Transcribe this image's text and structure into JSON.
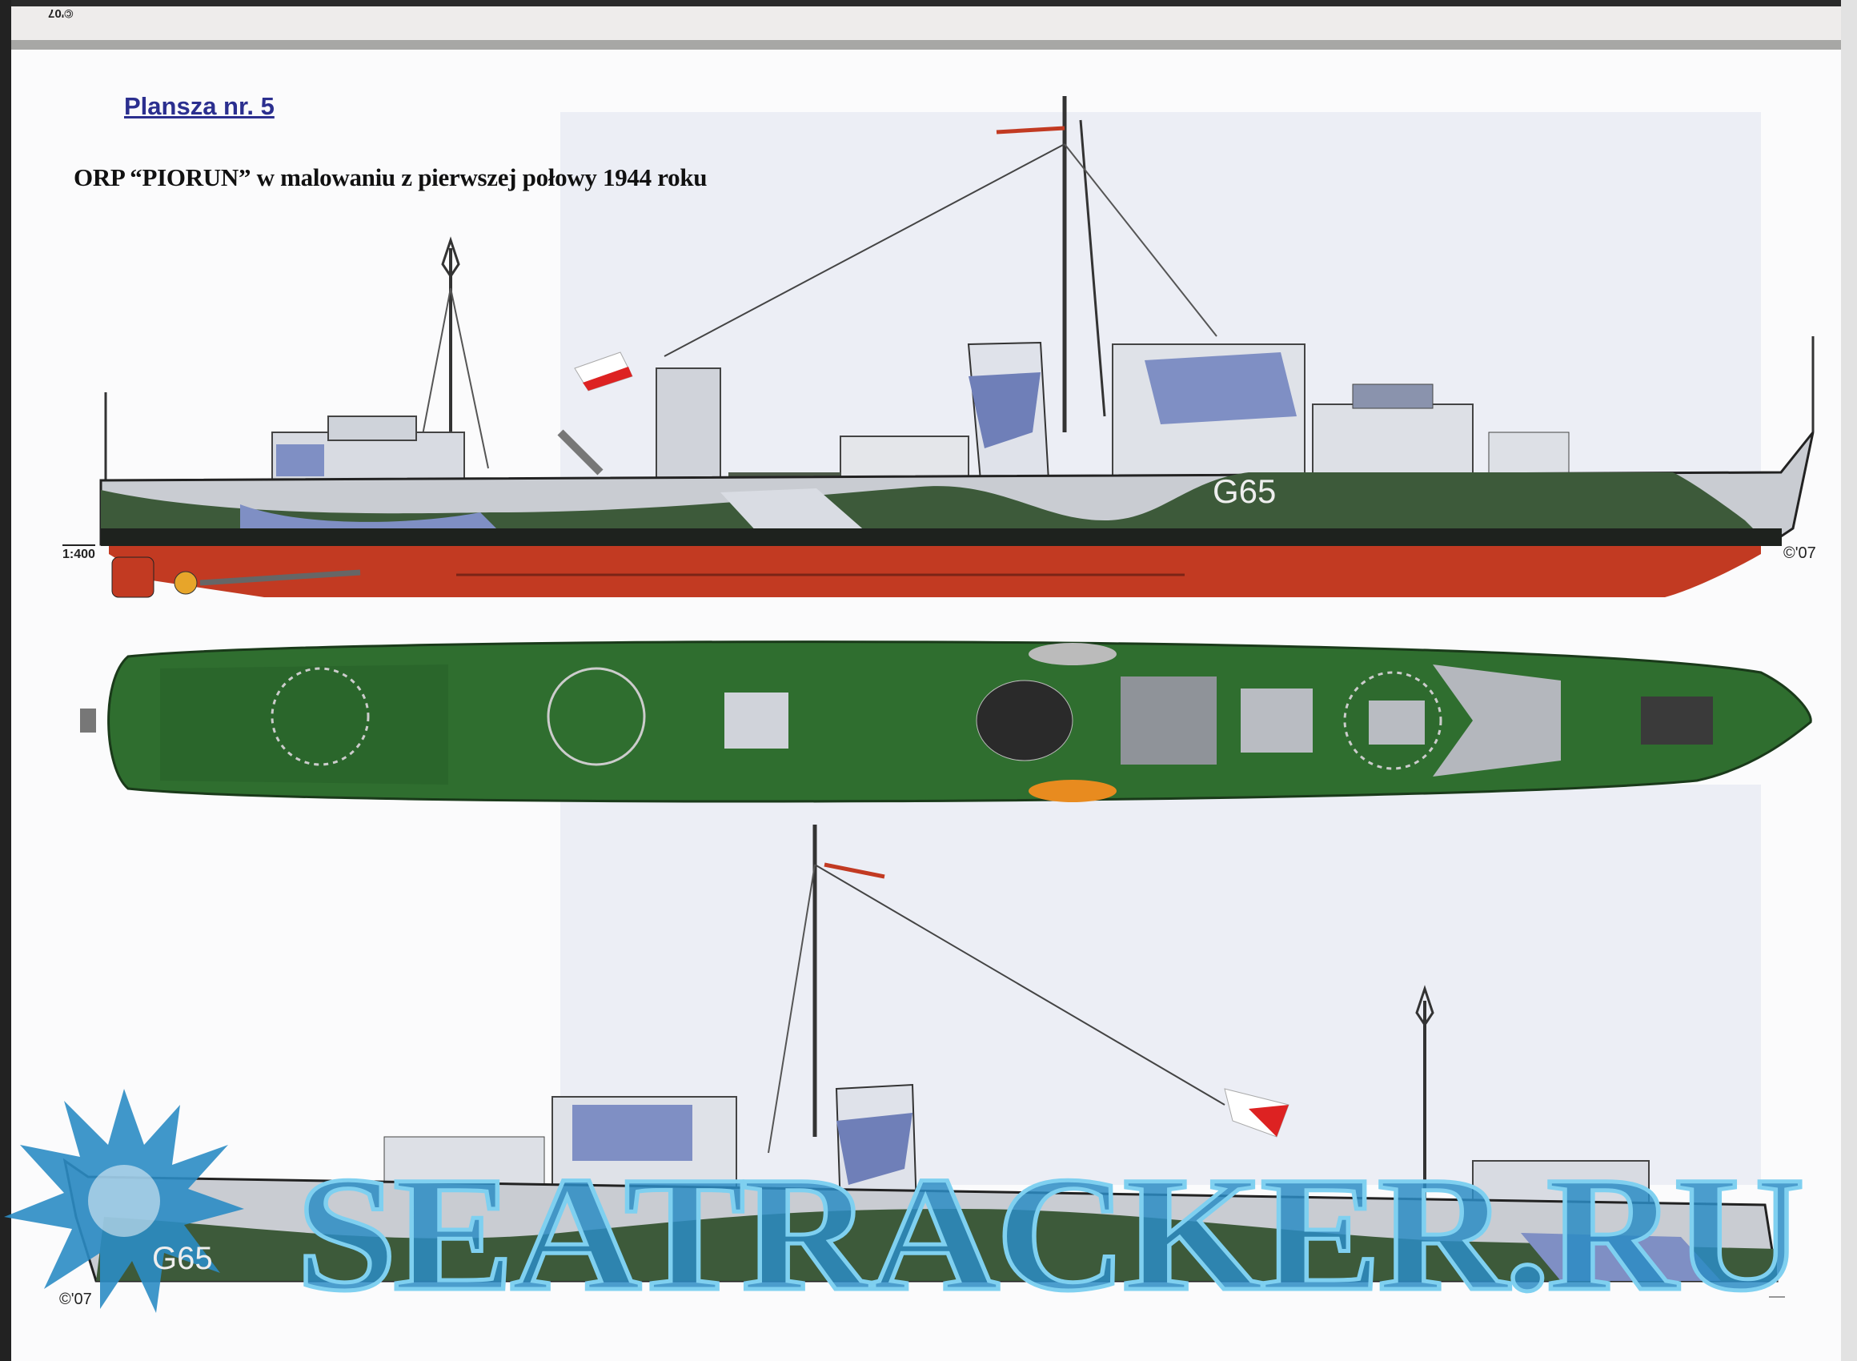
{
  "page": {
    "corner_mark": "©'07",
    "plate_label": "Plansza nr. 5",
    "title": "ORP “PIORUN” w malowaniu z pierwszej połowy 1944 roku",
    "scale": "1:400",
    "copyright_top": "©'07",
    "copyright_bottom": "©'07",
    "hull_number_top": "G65",
    "hull_number_bottom": "G65",
    "watermark": "SEATRACKER.RU"
  },
  "colors": {
    "title_blue": "#2b2f8f",
    "hull_green": "#3d5a3a",
    "hull_grey": "#c9ccd2",
    "camo_blue": "#7f8fc4",
    "antifouling_red": "#c23a22",
    "boot_black": "#1e221e",
    "deck_green": "#2f6e2f",
    "watermark_blue": "#2b8cc4"
  }
}
